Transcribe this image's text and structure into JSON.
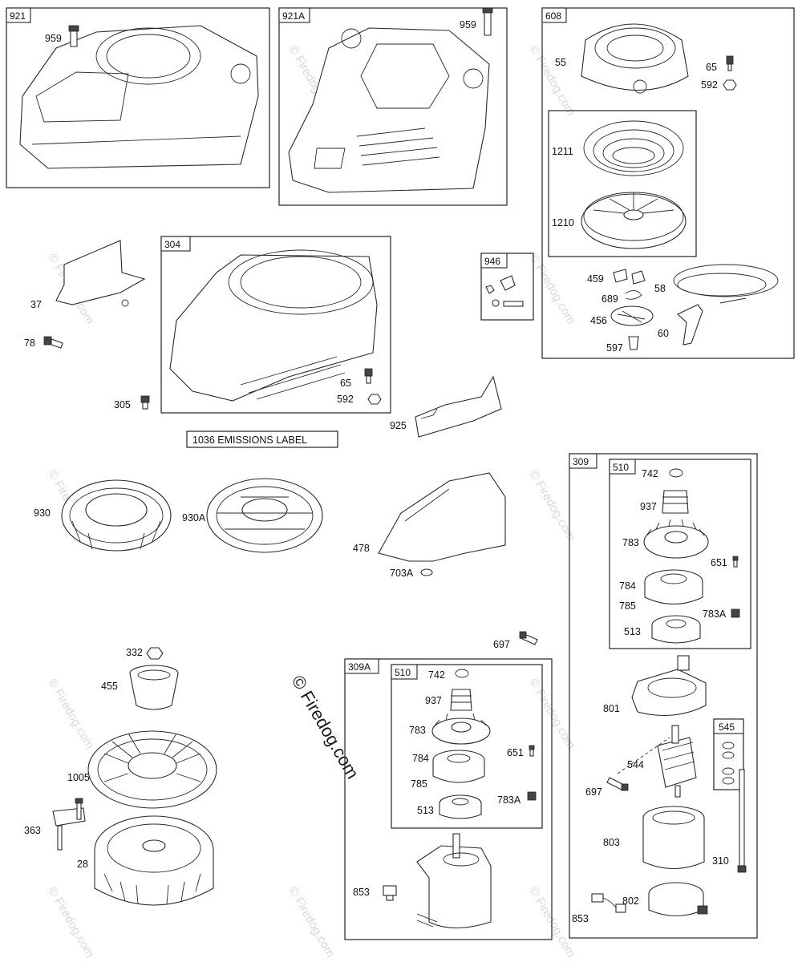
{
  "watermark": "© Firedog.com",
  "emissions_label": "1036 EMISSIONS LABEL",
  "boxes": {
    "b921": "921",
    "b921A": "921A",
    "b608": "608",
    "b304": "304",
    "b946": "946",
    "b309": "309",
    "b510a": "510",
    "b309A": "309A",
    "b510b": "510",
    "b545": "545"
  },
  "callouts": {
    "c959a": "959",
    "c959b": "959",
    "c55": "55",
    "c65a": "65",
    "c592a": "592",
    "c1211": "1211",
    "c1210": "1210",
    "c37": "37",
    "c78": "78",
    "c305": "305",
    "c65b": "65",
    "c592b": "592",
    "c459": "459",
    "c58": "58",
    "c689": "689",
    "c456": "456",
    "c60": "60",
    "c597": "597",
    "c925": "925",
    "c930": "930",
    "c930A": "930A",
    "c478": "478",
    "c703A": "703A",
    "c742a": "742",
    "c937a": "937",
    "c783a": "783",
    "c651a": "651",
    "c784a": "784",
    "c785a": "785",
    "c783Aa": "783A",
    "c513a": "513",
    "c697a": "697",
    "c332": "332",
    "c455": "455",
    "c1005": "1005",
    "c363": "363",
    "c28": "28",
    "c742b": "742",
    "c937b": "937",
    "c783b": "783",
    "c651b": "651",
    "c784b": "784",
    "c785b": "785",
    "c783Ab": "783A",
    "c513b": "513",
    "c853a": "853",
    "c801": "801",
    "c544": "544",
    "c697b": "697",
    "c803": "803",
    "c310": "310",
    "c853b": "853",
    "c802": "802"
  }
}
